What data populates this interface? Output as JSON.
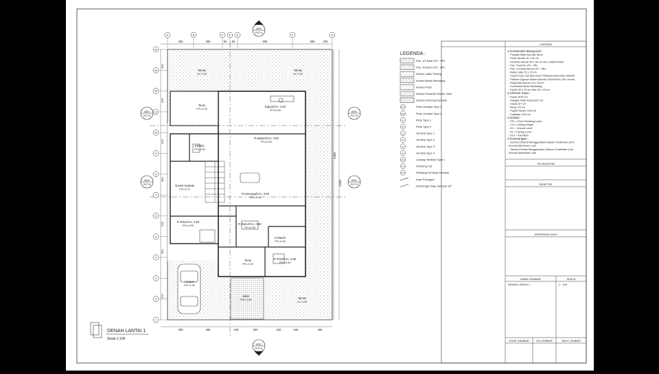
{
  "drawing": {
    "title": "DENAH LANTAI 1",
    "scale": "Skala 1:100",
    "grid_top": [
      "A",
      "B",
      "C",
      "D",
      "E",
      "F",
      "G"
    ],
    "grid_left": [
      "14",
      "13",
      "12",
      "11",
      "10",
      "9",
      "8",
      "7",
      "6",
      "5",
      "4",
      "3",
      "2",
      "1"
    ],
    "dims_top": [
      "200",
      "300",
      "50",
      "50",
      "600",
      "300",
      "200"
    ],
    "dims_bottom": [
      "200",
      "300",
      "100",
      "300",
      "150",
      "100",
      "200"
    ],
    "dims_left": [
      "300",
      "100",
      "200",
      "400",
      "200",
      "300",
      "370"
    ],
    "dims_right_total": "2200",
    "dims_right_section": "1300",
    "section_marks": [
      {
        "label": "ARG",
        "sheet": "POT A"
      },
      {
        "label": "ARG",
        "sheet": "POT B"
      }
    ],
    "rooms": [
      {
        "name": "Taman",
        "level": "GL-0.30"
      },
      {
        "name": "Taman",
        "level": "GL-0.30"
      },
      {
        "name": "Teras",
        "level": "FFL-0.05"
      },
      {
        "name": "Dapur/CH= 3.50",
        "level": "FFL±0.00"
      },
      {
        "name": "KM/WC",
        "level": "FFL-0.05"
      },
      {
        "name": "R.Makan/CH= 3.50",
        "level": "FFL±0.00"
      },
      {
        "name": "Garasi Sepeda",
        "level": "FFL-0.10"
      },
      {
        "name": "R.Keluarga/CH= 3.50",
        "level": "FFL±0.00"
      },
      {
        "name": "R.Tidur/CH= 3.50",
        "level": "FFL±0.00"
      },
      {
        "name": "R.Tamu/CH= 3.50",
        "level": "FFL±0.00"
      },
      {
        "name": "K.Mandi",
        "level": "FFL-0.05"
      },
      {
        "name": "Teras",
        "level": "FFL-0.05"
      },
      {
        "name": "R.Tidur/CH= 3.50",
        "level": "FFL±0.00"
      },
      {
        "name": "Carport",
        "level": "FFL-0.30"
      },
      {
        "name": "Jalan",
        "level": "PVL-0.25"
      },
      {
        "name": "Taman",
        "level": "GL-0.30"
      }
    ]
  },
  "legend": {
    "title": "LEGENDA :",
    "items": [
      "Pas. 1/2 Bata 1Pc : 5Ps",
      "Pas. Trasram 1Pc : 3Ps",
      "Arsiran Jalan Paving",
      "Arsiran Beton Bertulang",
      "Arsiran Pasir",
      "Arsiran Keramik Tekstur 3mm",
      "Arsiran Genteng Keramik",
      "Pintu Jendela Type 1",
      "Pintu Jendela Type 2",
      "Pintu Type 1",
      "Pintu Type 2",
      "Jendela Type 1",
      "Jendela Type 2",
      "Jendela Type 3",
      "Jendela Type 4",
      "Lubang Ventilasi Type 1",
      "Finishing Cat",
      "Finishing Genteng Keramik",
      "Arah Potongan",
      "Kemiringan Atap Sebesar 30°"
    ],
    "symbols": [
      "",
      "",
      "",
      "",
      "",
      "",
      "",
      "PJ1",
      "PJ2",
      "P1",
      "P2",
      "J1",
      "J2",
      "J3",
      "J4",
      "LV1",
      "F1",
      "GT1",
      "",
      ""
    ]
  },
  "titleblock": {
    "catatan": "CATATAN",
    "notes": [
      "1.Konstruksi Bangunan :",
      "- Pondasi Batu Kali dan Sloof",
      "- Sloof Ukuran 20 x 30 cm",
      "- Keramik Ukuran 60 x 60 cm dan Lantai Parket",
      "- Pas. Trasram 1Pc : 3Ps",
      "- Pas. 1/2 Bata Merah 1Pc : 5Ps",
      "- Balok Latai 15 x 15 cm",
      "- Kusen Kayu Jati dan Daun Pintu&Jendela Kayu Meranti",
      "- Plafond Gypsum Board Ukuran 120x240cm (Tbl.=9mm)",
      "- Ring Balk Ukuran 15 x 15 cm",
      "- Konstruksi Beton Bertulang",
      "- Kolom 30 x 30 cm dan 15 x 15 cm",
      "2.Ukuran Kayu :",
      "- Kusen 6/15 cm",
      "- Rangka Kuda-Kuda 8/12 cm",
      "- Kasau 5/7 cm",
      "- Reng 2/3 cm",
      "- Papan Reuter 2/20 cm",
      "- Listplank 3/25 cm",
      "3.Notasi :",
      "- FFL = Floor Finishing Level",
      "- CH = Ceiling Height",
      "- GL = Ground Level",
      "- PL = Paving Level",
      "- ELV = Elevation",
      "4.Keterangan :",
      "- Semua Dimensi Menggunakan Satuan Centimeter (cm)",
      "  Kecuali Ditentukan Lain",
      "- Semua Elevasi Menggunakan Satuan Centimeter (cm)",
      "  Kecuali Ditentukan Lain"
    ],
    "tgl": "TGL/BLN/THN",
    "drafter": "DRAFTER",
    "diperiksa": "DIPERIKSA OLEH",
    "nama_gambar_label": "NAMA GAMBAR",
    "skala_label": "SKALA",
    "nama_gambar": "DENAH LANTAI 1",
    "skala": "1 : 100",
    "kode_gambar": "KODE GAMBAR",
    "no_lembar": "NO.LEMBAR",
    "jml_lembar": "JMLH LEMBAR"
  }
}
